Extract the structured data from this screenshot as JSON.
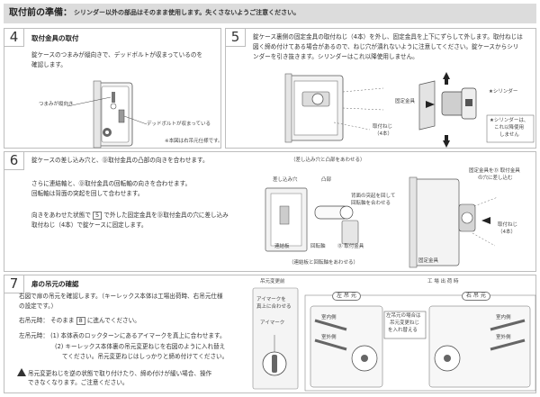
{
  "header": {
    "title": "取付前の準備：",
    "note": "シリンダー以外の部品はそのまま使用します。失くさないようご注意ください。"
  },
  "s4": {
    "num": "4",
    "title": "取付金具の取付",
    "text1": "錠ケースのつまみが縦向きで、デッドボルトが収まっているのを",
    "text2": "確認します。",
    "label_knob": "つまみが縦向き",
    "label_bolt": "デッドボルトが収まっている",
    "note": "※本図は右吊元仕様です。"
  },
  "s5": {
    "num": "5",
    "text1": "錠ケース裏側の固定金具の取付ねじ（4本）を外し、固定金具を上下にずらして外します。取付ねじは",
    "text2": "図く締め付けてある場合があるので、ねじ穴が潰れないように注意してください。錠ケースからシリ",
    "text3": "ンダーを引き抜きます。シリンダーはこれ以降使用しません。",
    "label_plate": "固定金具",
    "label_screw1": "取付ねじ",
    "label_screw2": "（4本）",
    "label_cyl": "★シリンダー",
    "note1": "★シリンダーは、",
    "note2": "これ以降使用",
    "note3": "しません"
  },
  "s6": {
    "num": "6",
    "text1": "錠ケースの差し込み穴と、Ⓓ取付金具の凸部の向きを合わせます。",
    "text2": "さらに連結軸と、Ⓓ取付金具の回転軸の向きを合わせます。",
    "text3": "回転軸は背面の突起を回して合わせます。",
    "text4a": "向きをあわせた状態で",
    "text4box": "5",
    "text4b": "で外した固定金具をⒹ取付金具の穴に差し込み",
    "text5": "取付ねじ（4本）で錠ケースに固定します。",
    "cap_top": "（差し込み穴と凸部をあわせる）",
    "cap_bottom": "（連結板と回転軸をあわせる）",
    "label_hole": "差し込み穴",
    "label_convex": "凸部",
    "label_rotate1": "背面の突起を回して",
    "label_rotate2": "回転軸を合わせる",
    "label_linkplate": "連結板",
    "label_shaft": "回転軸",
    "label_d": "Ⓓ 取付金具",
    "label_plate": "固定金具",
    "label_plate_d1": "固定金具をⒹ 取付金具",
    "label_plate_d2": "の穴に差し込む",
    "label_screws1": "取付ねじ",
    "label_screws2": "（4本）"
  },
  "s7": {
    "num": "7",
    "title": "扉の吊元の確認",
    "text1": "右図で扉の吊元を確認します。（キーレックス本体は工場出荷時、右吊元仕様",
    "text2": "の設定です。）",
    "text3a": "右吊元時： そのまま",
    "text3box": "8",
    "text3b": "に進んでください。",
    "text4": "左吊元時： (1) 本体表のロックターンにあるアイマークを真上に合わせます。",
    "text5": "(2) キーレックス本体裏の吊元変更ねじを右図のように入れ替え",
    "text6": "てください。吊元変更ねじはしっかりと締め付けてください。",
    "warn1": "吊元変更ねじを逆の状態で取り付けたり、締め付けが緩い場合、操作",
    "warn2": "できなくなります。ご注意ください。",
    "diag_title": "吊元変更前",
    "diag_a1": "アイマークを",
    "diag_a2": "真上に合わせる",
    "diag_a3": "アイマーク",
    "factory": "工 場 出 荷 時",
    "left": "左 吊 元",
    "right": "右 吊 元",
    "center1": "左吊元の場合は",
    "center2": "吊元変更ねじ",
    "center3": "を入れ替える",
    "indoor": "室内側",
    "outdoor": "室外側"
  }
}
